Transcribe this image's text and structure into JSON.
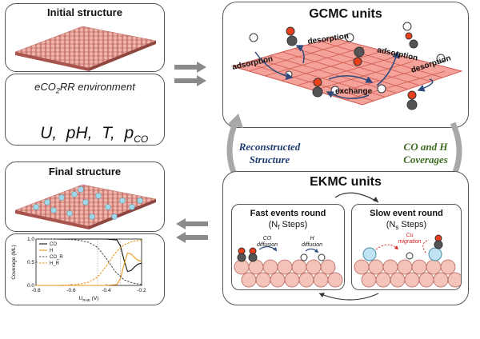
{
  "initial_structure": {
    "title": "Initial structure"
  },
  "environment": {
    "title_pre": "eCO",
    "title_sub": "2",
    "title_post": "RR environment",
    "params_main": "U,  pH,  T,  p",
    "params_sub": "CO"
  },
  "final_structure": {
    "title": "Final structure"
  },
  "gcmc": {
    "title": "GCMC units",
    "labels": {
      "adsorption_left": "adsorption",
      "desorption_left": "desorption",
      "adsorption_right": "adsorption",
      "desorption_right": "desorption",
      "exchange": "exchange"
    }
  },
  "cycle": {
    "left_line1": "Reconstructed",
    "left_line2": "Structure",
    "right_line1": "CO and H",
    "right_line2": "Coverages",
    "left_color": "#1f3b73",
    "right_color": "#3b6b1f"
  },
  "ekmc": {
    "title": "EKMC units",
    "fast": {
      "line1": "Fast events round",
      "line2_pre": "(N",
      "line2_sub": "f",
      "line2_post": " Steps)",
      "co_label1": "CO",
      "co_label2": "diffusion",
      "h_label1": "H",
      "h_label2": "diffusion"
    },
    "slow": {
      "line1": "Slow event round",
      "line2_pre": "(N",
      "line2_sub": "s",
      "line2_post": " Steps)",
      "cu_label1": "Cu",
      "cu_label2": "migration"
    }
  },
  "chart_data": {
    "type": "line",
    "xlabel_main": "U",
    "xlabel_sub": "RHE",
    "xlabel_unit": " (V)",
    "ylabel": "Coverage (ML)",
    "xlim": [
      -0.8,
      -0.2
    ],
    "ylim": [
      0.0,
      1.0
    ],
    "xticks": [
      "-0.8",
      "-0.6",
      "-0.4",
      "-0.2"
    ],
    "yticks": [
      "0.0",
      "0.5",
      "1.0"
    ],
    "series": [
      {
        "name": "CO",
        "color": "#111111",
        "dash": "solid",
        "x": [
          -0.8,
          -0.7,
          -0.6,
          -0.5,
          -0.4,
          -0.34,
          -0.32,
          -0.3,
          -0.28,
          -0.26,
          -0.24,
          -0.22,
          -0.2
        ],
        "y": [
          1.0,
          1.0,
          1.0,
          1.0,
          1.0,
          0.98,
          0.85,
          0.55,
          0.3,
          0.32,
          0.4,
          0.46,
          0.48
        ]
      },
      {
        "name": "H",
        "color": "#e8961e",
        "dash": "solid",
        "x": [
          -0.8,
          -0.7,
          -0.6,
          -0.5,
          -0.4,
          -0.34,
          -0.32,
          -0.3,
          -0.28,
          -0.26,
          -0.24,
          -0.22,
          -0.2
        ],
        "y": [
          0.0,
          0.0,
          0.0,
          0.0,
          0.0,
          0.02,
          0.15,
          0.45,
          0.7,
          0.68,
          0.6,
          0.54,
          0.52
        ]
      },
      {
        "name": "CO_R",
        "color": "#555555",
        "dash": "dashed",
        "x": [
          -0.8,
          -0.7,
          -0.6,
          -0.55,
          -0.5,
          -0.45,
          -0.4,
          -0.35,
          -0.3,
          -0.25,
          -0.2
        ],
        "y": [
          1.0,
          1.0,
          0.99,
          0.97,
          0.93,
          0.82,
          0.58,
          0.3,
          0.12,
          0.05,
          0.02
        ]
      },
      {
        "name": "H_R",
        "color": "#e8961e",
        "dash": "dashed",
        "x": [
          -0.8,
          -0.7,
          -0.6,
          -0.55,
          -0.5,
          -0.45,
          -0.4,
          -0.35,
          -0.3,
          -0.25,
          -0.2
        ],
        "y": [
          0.0,
          0.0,
          0.01,
          0.03,
          0.07,
          0.18,
          0.42,
          0.7,
          0.88,
          0.95,
          0.98
        ]
      }
    ]
  }
}
